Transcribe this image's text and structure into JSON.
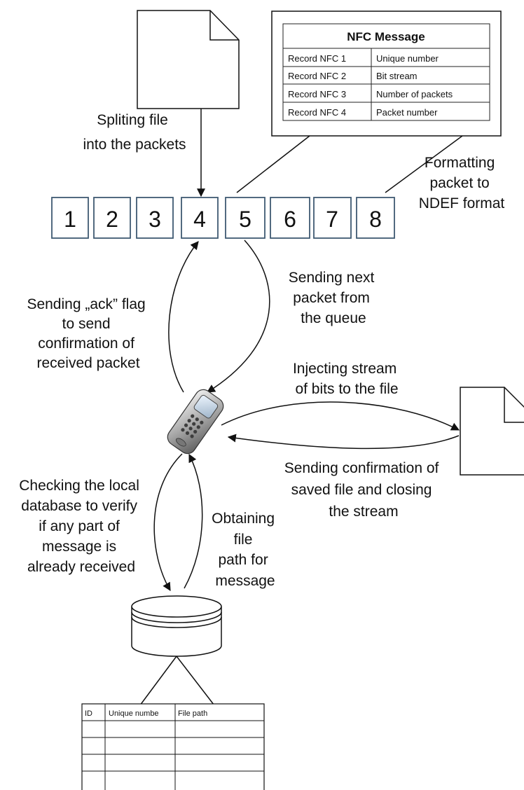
{
  "nfc_message": {
    "title": "NFC Message",
    "records": [
      {
        "record": "Record NFC 1",
        "content": "Unique number"
      },
      {
        "record": "Record NFC 2",
        "content": "Bit stream"
      },
      {
        "record": "Record NFC 3",
        "content": "Number of packets"
      },
      {
        "record": "Record NFC 4",
        "content": "Packet number"
      }
    ]
  },
  "packets": [
    "1",
    "2",
    "3",
    "4",
    "5",
    "6",
    "7",
    "8"
  ],
  "labels": {
    "splitting": [
      "Spliting file",
      "into the packets"
    ],
    "formatting": [
      "Formatting",
      "packet to",
      "NDEF format"
    ],
    "ack": [
      "Sending „ack” flag",
      "to send",
      "confirmation of",
      "received packet"
    ],
    "next_packet": [
      "Sending next",
      "packet from",
      "the queue"
    ],
    "injecting": [
      "Injecting stream",
      "of bits to the file"
    ],
    "confirmation": [
      "Sending confirmation of",
      "saved file and closing",
      "the stream"
    ],
    "checking": [
      "Checking the local",
      "database to verify",
      "if any part of",
      "message is",
      "already received"
    ],
    "obtaining": [
      "Obtaining",
      "file",
      "path for",
      "message"
    ]
  },
  "db_table": {
    "headers": [
      "ID",
      "Unique numbe",
      "File path"
    ],
    "rows": 4
  }
}
